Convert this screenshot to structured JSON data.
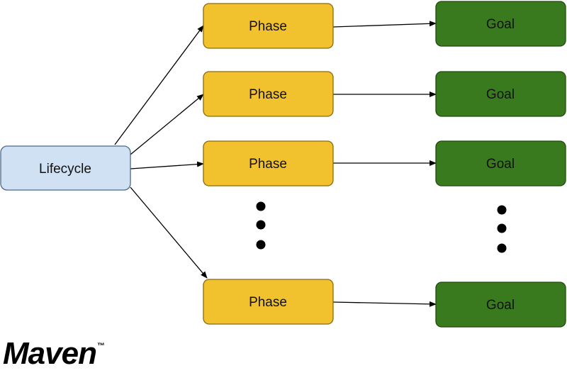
{
  "diagram": {
    "lifecycle": {
      "label": "Lifecycle",
      "fill": "#cfe1f3",
      "stroke": "#4a6a8a"
    },
    "phase_fill": "#f2c12e",
    "phase_stroke": "#8a6a10",
    "goal_fill": "#3a7a1e",
    "goal_stroke": "#1f4a0e",
    "phases": [
      {
        "label": "Phase"
      },
      {
        "label": "Phase"
      },
      {
        "label": "Phase"
      },
      {
        "label": "Phase"
      }
    ],
    "goals": [
      {
        "label": "Goal"
      },
      {
        "label": "Goal"
      },
      {
        "label": "Goal"
      },
      {
        "label": "Goal"
      }
    ]
  },
  "logo": {
    "text": "Maven",
    "tm": "™"
  }
}
